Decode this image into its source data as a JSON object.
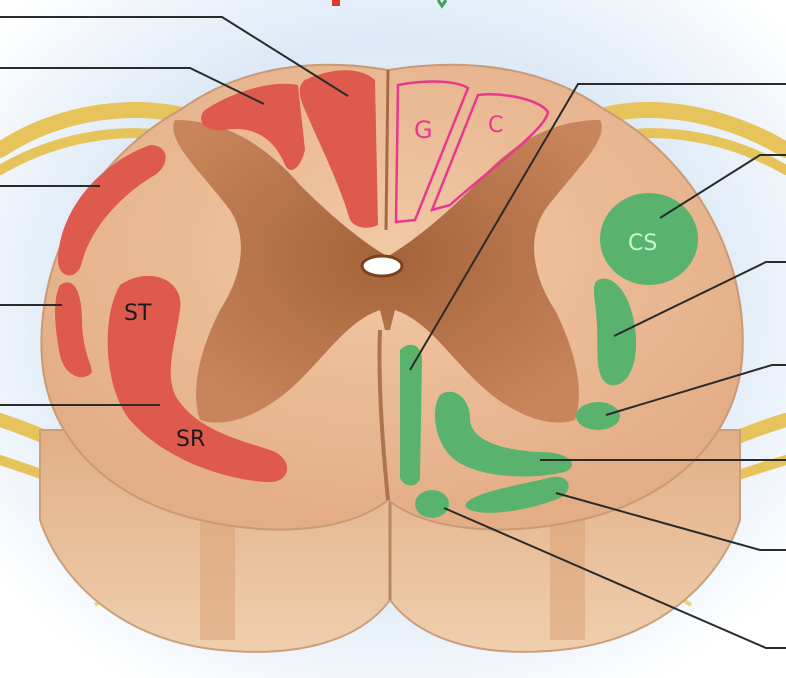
{
  "colors": {
    "ascending_tracts": "#de5a4c",
    "descending_tracts": "#59b36e",
    "gracile_cuneate_outline": "#e8388f",
    "leader_line": "#2b2b2b",
    "white_matter": "#e6b48c",
    "gray_matter": "#b06a3a",
    "nerve_roots": "#e9c45a",
    "background_tint": "#dbe8f5"
  },
  "tract_labels": {
    "gracile": "G",
    "cuneate": "C",
    "spinothalamic": "ST",
    "spinoreticular": "SR",
    "corticospinal": "CS"
  },
  "top_marks": {
    "left_mark_color": "#de3b2b",
    "right_mark_color": "#3aa55a"
  }
}
